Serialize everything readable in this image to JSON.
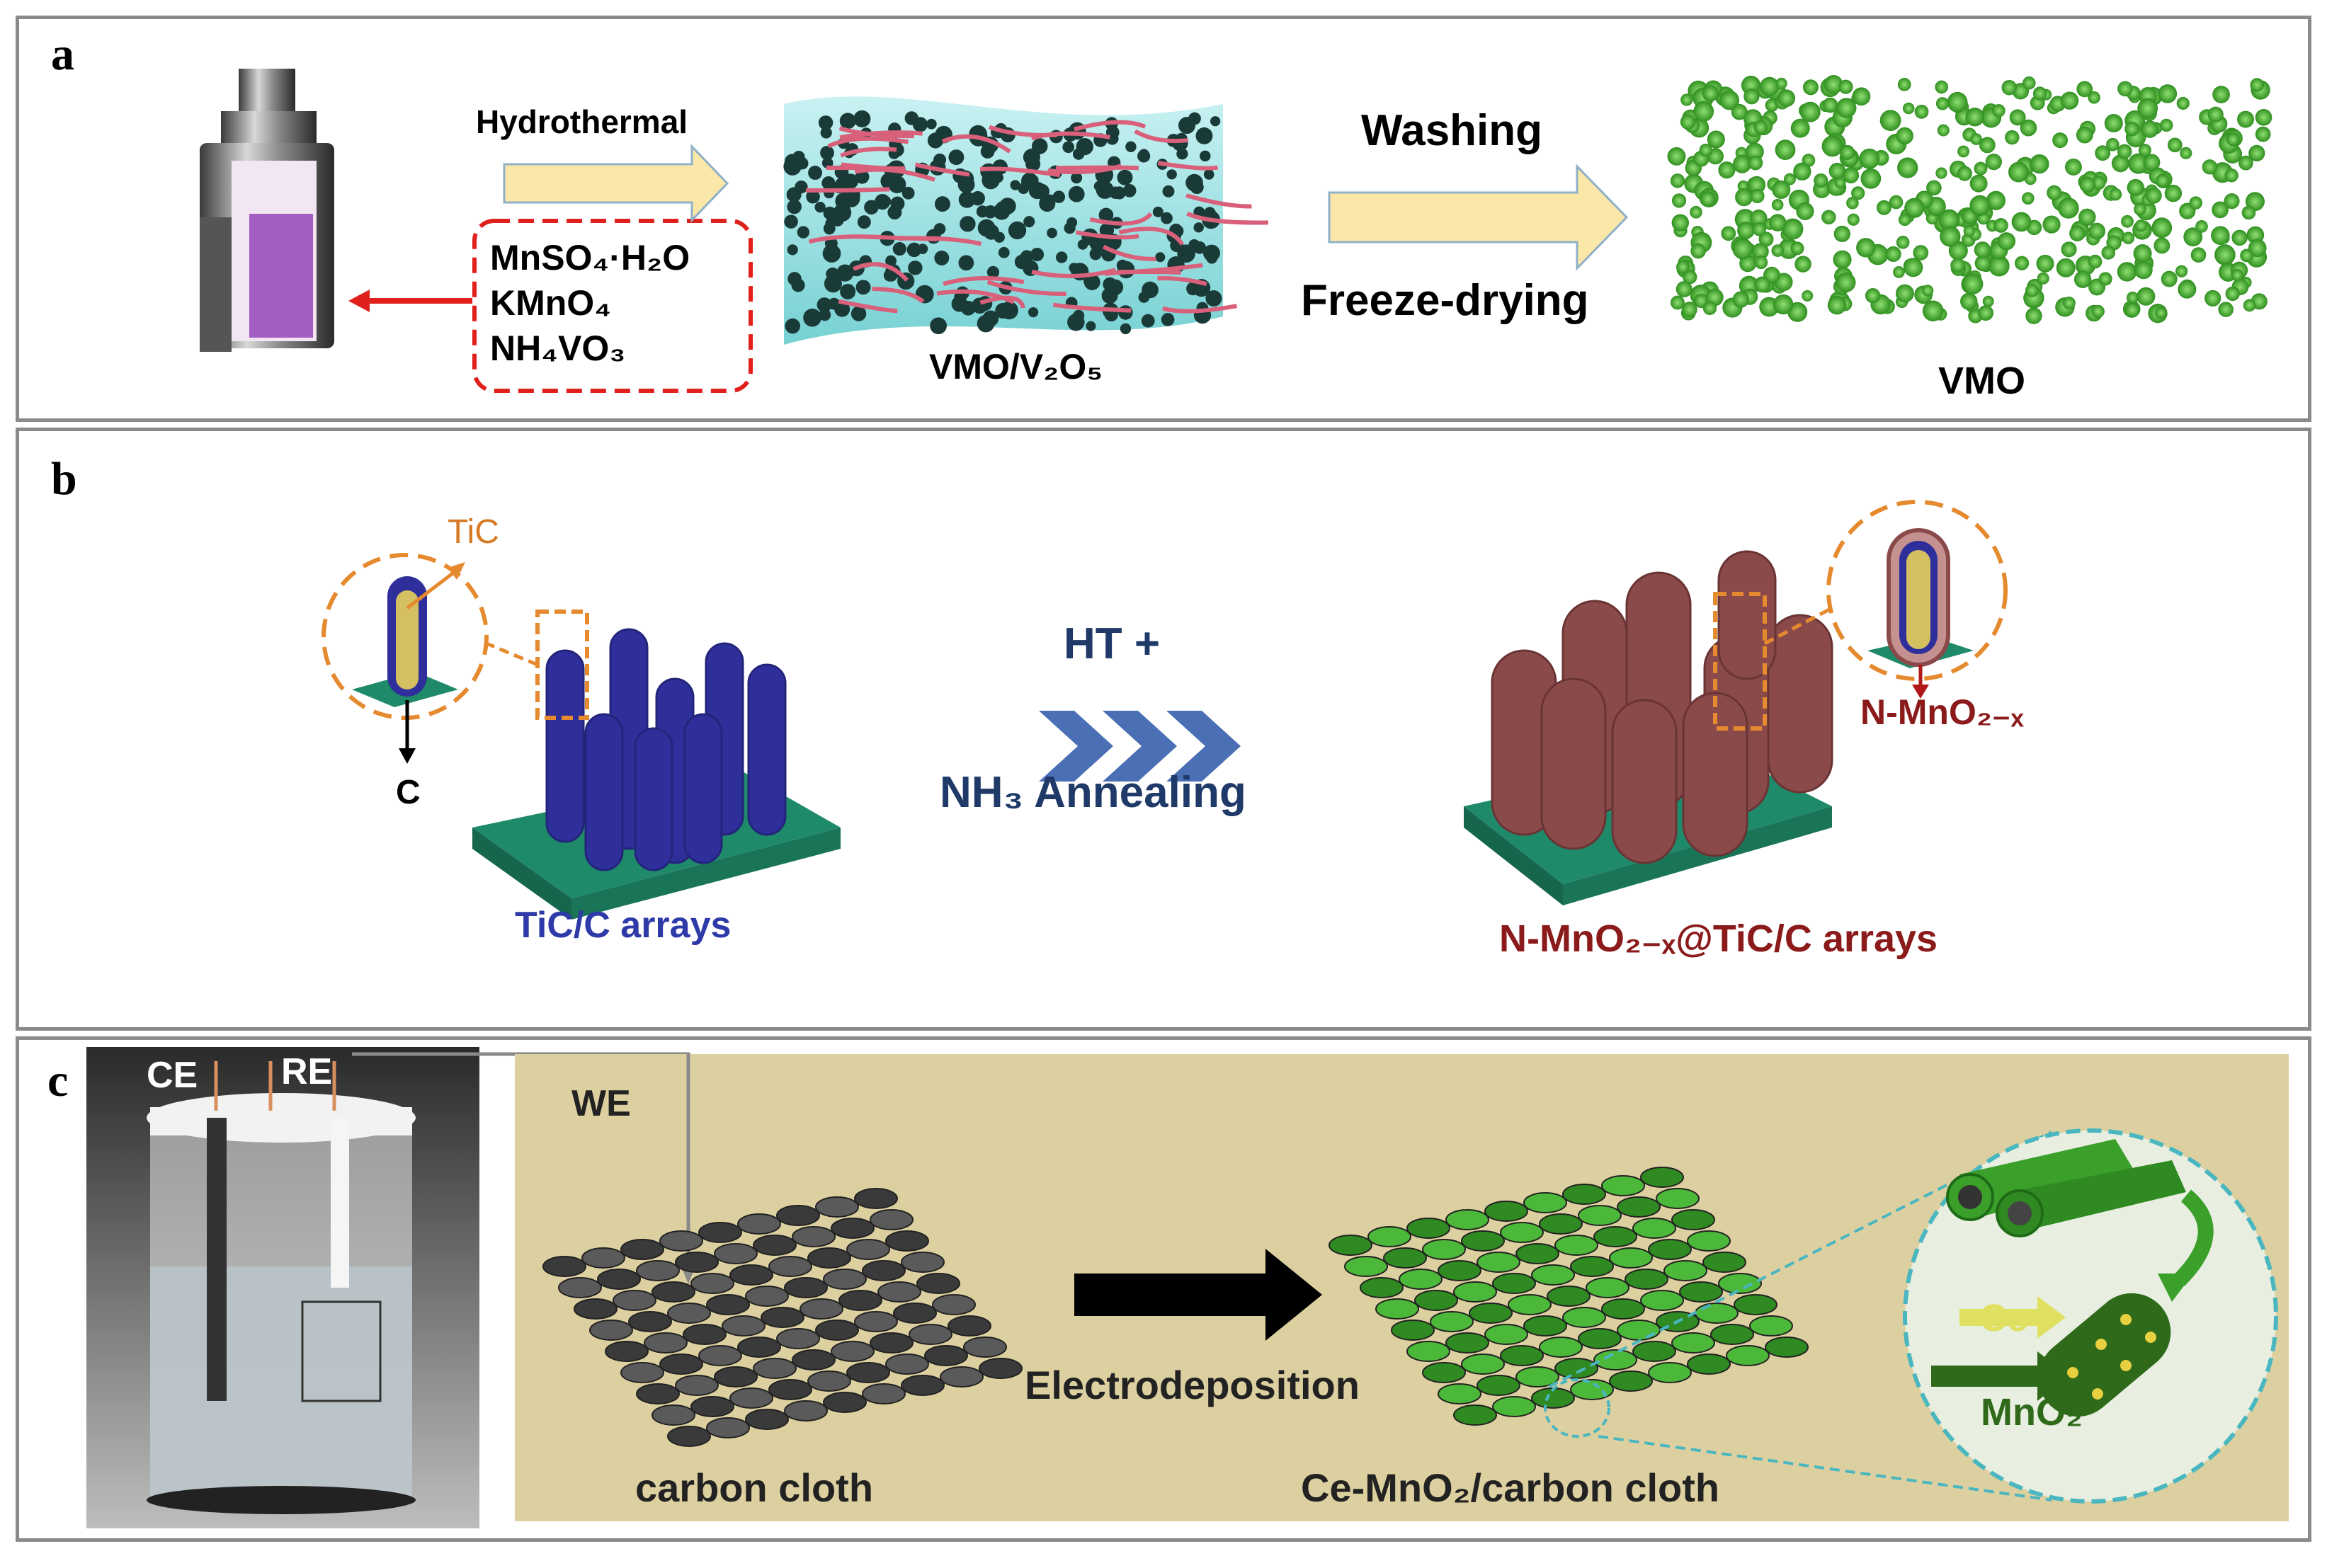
{
  "panel_a": {
    "label": "a",
    "hydrothermal": "Hydrothermal",
    "precursors": [
      "MnSO₄·H₂O",
      "KMnO₄",
      "NH₄VO₃"
    ],
    "intermediate": "VMO/V₂O₅",
    "washing": "Washing",
    "freeze_drying": "Freeze-drying",
    "product": "VMO"
  },
  "panel_b": {
    "label": "b",
    "tic": "TiC",
    "c": "C",
    "tic_c_arrays": "TiC/C arrays",
    "ht": "HT +",
    "nh3_annealing": "NH₃ Annealing",
    "n_mno2": "N-MnO₂₋ₓ",
    "product": "N-MnO₂₋ₓ@TiC/C arrays"
  },
  "panel_c": {
    "label": "c",
    "ce": "CE",
    "re": "RE",
    "we": "WE",
    "carbon_cloth": "carbon cloth",
    "electrodeposition": "Electrodeposition",
    "product": "Ce-MnO₂/carbon cloth",
    "ce_dopant": "Ce",
    "mno2": "MnO₂"
  },
  "colors": {
    "panel_border": "#8a8a8a",
    "arrow_fill": "#fbe8a8",
    "dashed_red": "#e0201c",
    "blue_rods": "#2e2f9a",
    "green_substrate": "#1f8a6a",
    "mno2_brown": "#8b4a4a",
    "chevron_blue": "#4a6fb5",
    "navy_text": "#1f3a68",
    "dark_red_text": "#8b1a1a",
    "orange_dashed": "#e58a2e",
    "cloth_grey": "#4a4a4a",
    "cloth_green": "#3aa02a",
    "cloth_bg": "#ddd0a0"
  }
}
